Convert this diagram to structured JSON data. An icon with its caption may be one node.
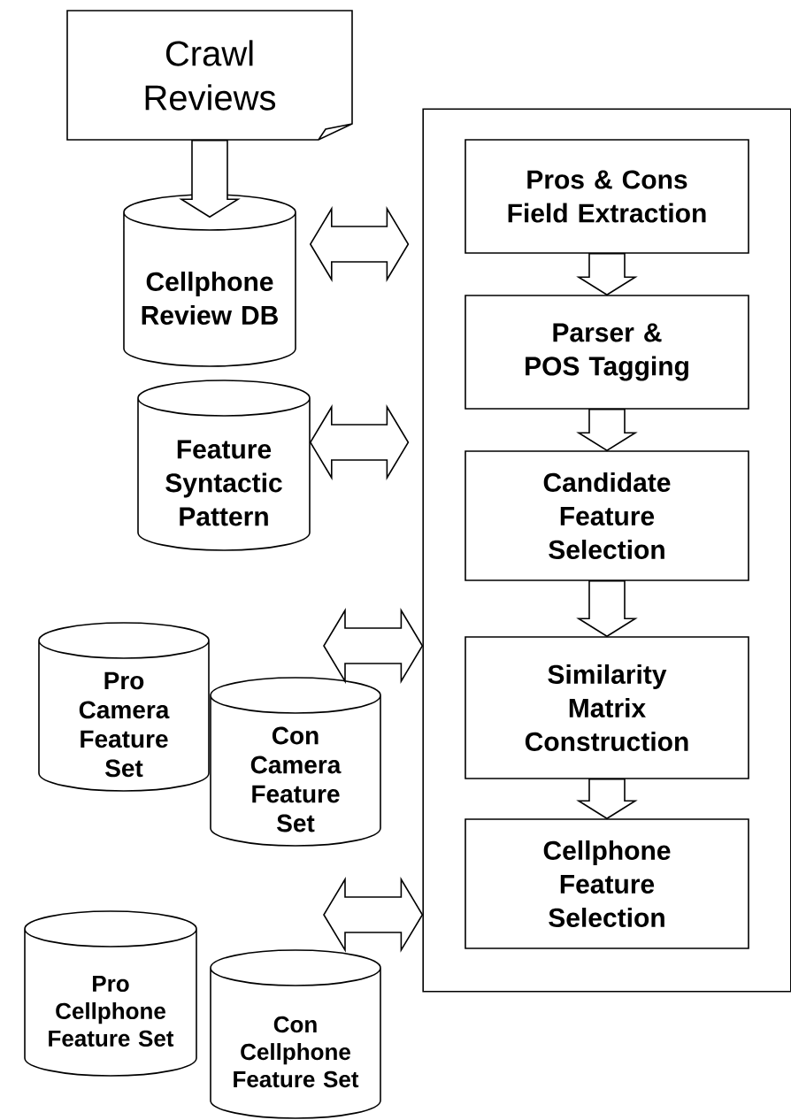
{
  "diagram": {
    "nodes": [
      {
        "text": [
          "Crawl Reviews"
        ]
      },
      {
        "text": [
          "Cellphone Review DB"
        ]
      },
      {
        "text": [
          "Feature Syntactic Pattern"
        ]
      },
      {
        "text": [
          "Pro Camera Feature Set"
        ]
      },
      {
        "text": [
          "Con Camera Feature Set"
        ]
      },
      {
        "text": [
          "Pro Cellphone Feature Set"
        ]
      },
      {
        "text": [
          "Con Cellphone Feature Set"
        ]
      },
      {
        "text": [],
        "shape": "box"
      },
      {
        "text": [
          "Pros & Cons Field Extraction"
        ],
        "in": 7
      },
      {
        "text": [
          "Parser & POS Tagging"
        ],
        "in": 7
      },
      {
        "text": [
          "Candidate Feature Selection"
        ],
        "in": 7
      },
      {
        "text": [
          "Similarity Matrix Construction"
        ],
        "in": 7
      },
      {
        "text": [
          "Cellphone Feature Selection"
        ],
        "in": 7
      }
    ],
    "edges": [
      {
        "from": 0,
        "to": 1,
        "arrow": "to"
      },
      {
        "from": 1,
        "to": 7,
        "arrow": "both"
      },
      {
        "from": 2,
        "to": 7,
        "arrow": "both"
      },
      {
        "from": 4,
        "to": 7,
        "arrow": "both"
      },
      {
        "from": 6,
        "to": 7,
        "arrow": "both"
      },
      {
        "from": 8,
        "to": 9,
        "arrow": "to"
      },
      {
        "from": 9,
        "to": 10,
        "arrow": "to"
      },
      {
        "from": 10,
        "to": 11,
        "arrow": "to"
      },
      {
        "from": 11,
        "to": 12,
        "arrow": "to"
      }
    ]
  }
}
